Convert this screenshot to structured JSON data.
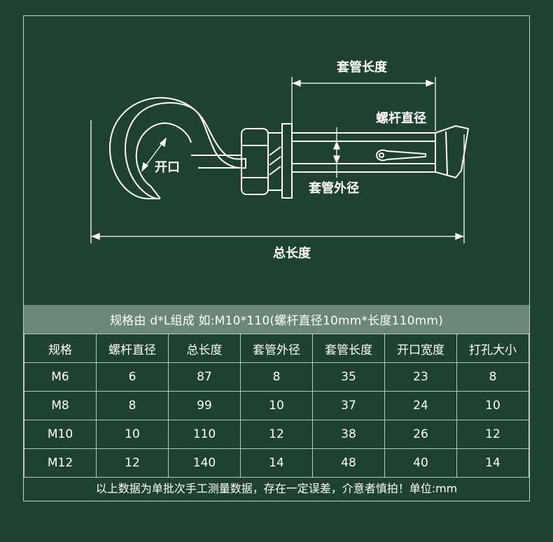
{
  "diagram": {
    "labels": {
      "sleeve_length": "套管长度",
      "rod_diameter": "螺杆直径",
      "opening": "开口",
      "sleeve_outer_diameter": "套管外径",
      "total_length": "总长度"
    }
  },
  "spec_banner": "规格由 d*L组成 如:M10*110(螺杆直径10mm*长度110mm)",
  "table": {
    "headers": [
      "规格",
      "螺杆直径",
      "总长度",
      "套管外径",
      "套管长度",
      "开口宽度",
      "打孔大小"
    ],
    "rows": [
      [
        "M6",
        "6",
        "87",
        "8",
        "35",
        "23",
        "8"
      ],
      [
        "M8",
        "8",
        "99",
        "10",
        "37",
        "24",
        "10"
      ],
      [
        "M10",
        "10",
        "110",
        "12",
        "38",
        "26",
        "12"
      ],
      [
        "M12",
        "12",
        "140",
        "14",
        "48",
        "40",
        "14"
      ]
    ]
  },
  "footnote": "以上数据为单批次手工测量数据，存在一定误差，介意者慎拍！单位:mm",
  "colors": {
    "background": "#1f4130",
    "banner": "#6b8777",
    "line": "#ffffff"
  }
}
